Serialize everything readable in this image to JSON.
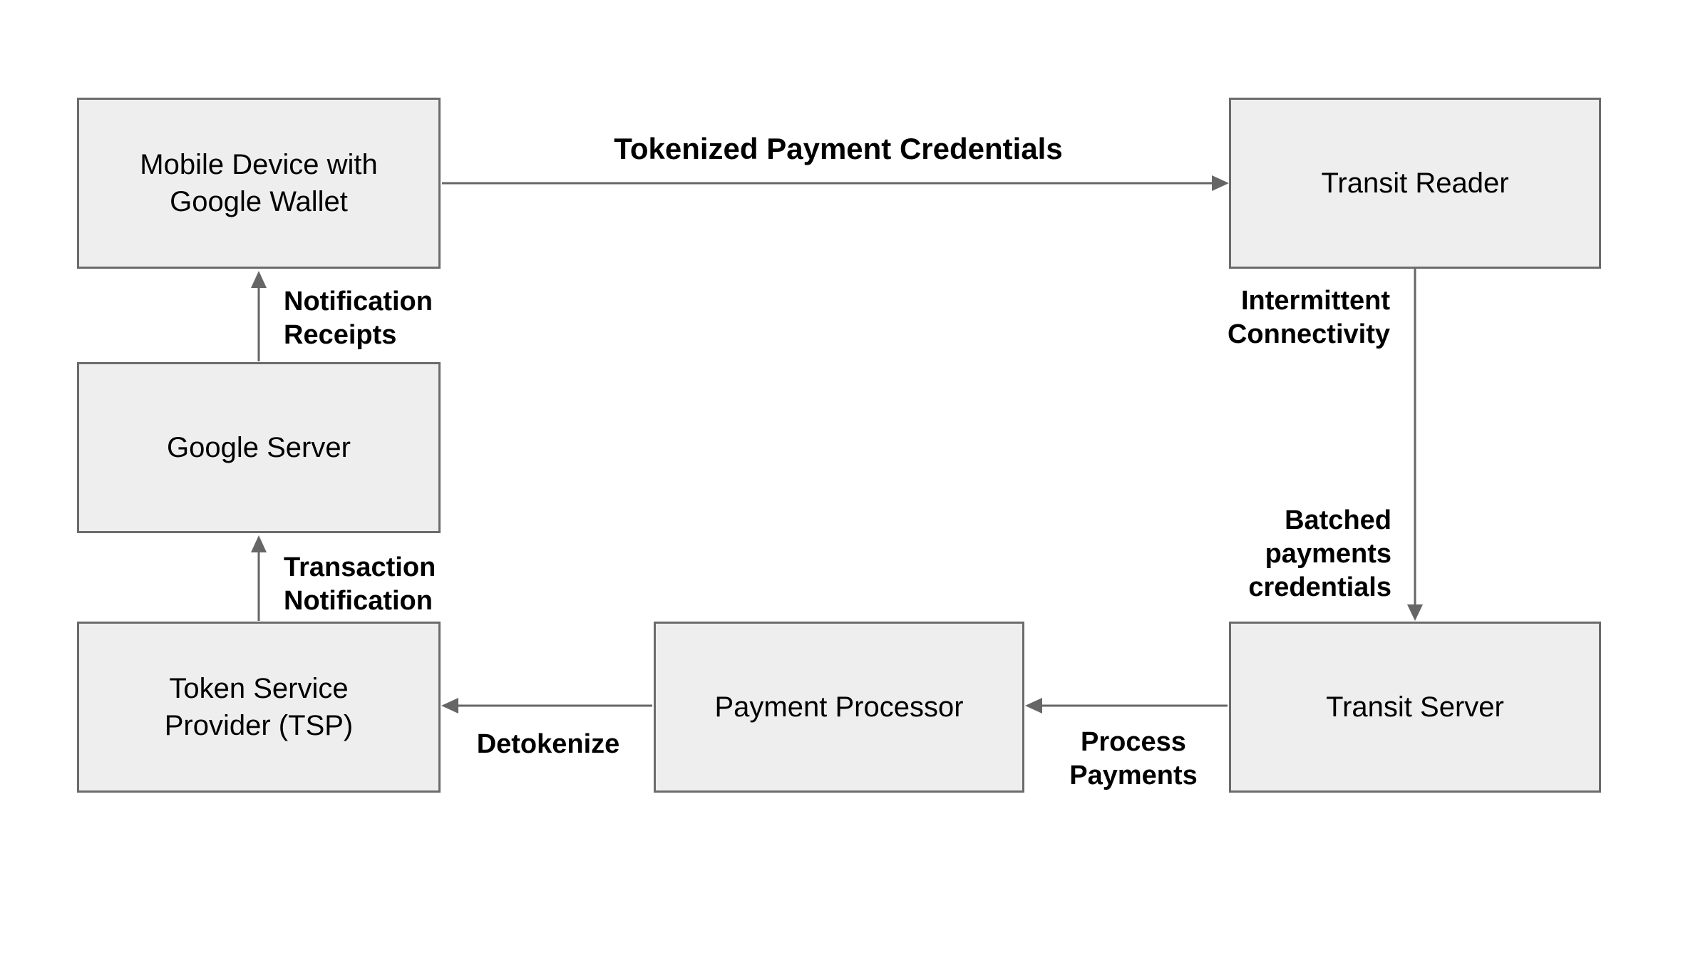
{
  "diagram": {
    "type": "flowchart",
    "background": "#ffffff",
    "colors": {
      "node_fill": "#eeeeee",
      "node_border": "#6b6b6b",
      "arrow": "#666666",
      "label_text": "#000000"
    },
    "nodes": {
      "mobile_device": {
        "label": "Mobile Device with Google Wallet",
        "lines": [
          "Mobile Device with",
          "Google Wallet"
        ]
      },
      "transit_reader": {
        "label": "Transit Reader",
        "lines": [
          "Transit Reader"
        ]
      },
      "google_server": {
        "label": "Google Server",
        "lines": [
          "Google Server"
        ]
      },
      "tsp": {
        "label": "Token Service Provider (TSP)",
        "lines": [
          "Token Service",
          "Provider (TSP)"
        ]
      },
      "payment_processor": {
        "label": "Payment Processor",
        "lines": [
          "Payment Processor"
        ]
      },
      "transit_server": {
        "label": "Transit Server",
        "lines": [
          "Transit Server"
        ]
      }
    },
    "edges": {
      "tokenized_payment_credentials": {
        "from": "mobile_device",
        "to": "transit_reader",
        "direction": "right",
        "label": "Tokenized Payment Credentials",
        "lines": [
          "Tokenized Payment Credentials"
        ]
      },
      "intermittent_batched": {
        "from": "transit_reader",
        "to": "transit_server",
        "direction": "down",
        "label": "Intermittent Connectivity / Batched payments credentials",
        "label_upper_lines": [
          "Intermittent",
          "Connectivity"
        ],
        "label_lower_lines": [
          "Batched",
          "payments",
          "credentials"
        ]
      },
      "process_payments": {
        "from": "transit_server",
        "to": "payment_processor",
        "direction": "left",
        "label": "Process Payments",
        "lines": [
          "Process",
          "Payments"
        ]
      },
      "detokenize": {
        "from": "payment_processor",
        "to": "tsp",
        "direction": "left",
        "label": "Detokenize",
        "lines": [
          "Detokenize"
        ]
      },
      "transaction_notification": {
        "from": "tsp",
        "to": "google_server",
        "direction": "up",
        "label": "Transaction Notification",
        "lines": [
          "Transaction",
          "Notification"
        ]
      },
      "notification_receipts": {
        "from": "google_server",
        "to": "mobile_device",
        "direction": "up",
        "label": "Notification Receipts",
        "lines": [
          "Notification",
          "Receipts"
        ]
      }
    }
  }
}
